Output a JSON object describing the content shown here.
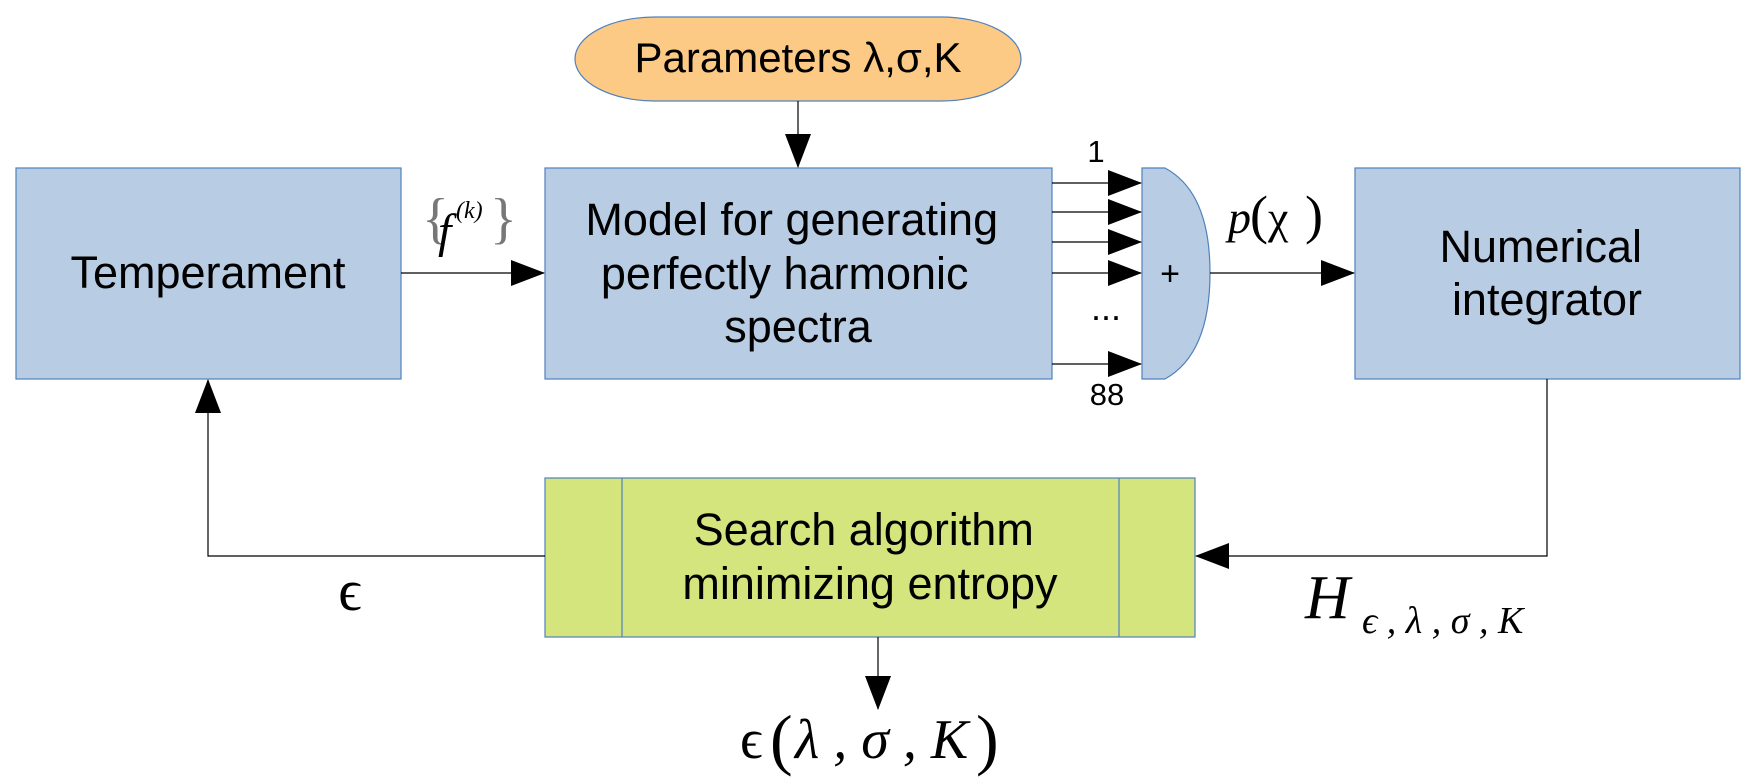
{
  "parameters": {
    "label": "Parameters λ,σ,K",
    "fill": "#fdca85"
  },
  "temperament": {
    "label": "Temperament",
    "fill": "#b8cce4"
  },
  "model": {
    "lines": [
      "Model for generating",
      "perfectly harmonic",
      "spectra"
    ],
    "fill": "#b8cce4"
  },
  "summer": {
    "label": "+"
  },
  "integrator": {
    "lines": [
      "Numerical",
      "integrator"
    ],
    "fill": "#b8cce4"
  },
  "search": {
    "lines": [
      "Search algorithm",
      "minimizing entropy"
    ],
    "fill": "#d4e57e"
  },
  "signals": {
    "f_label": "f",
    "f_superscript": "(k)",
    "p_label": "p",
    "p_arg": "χ",
    "channel_first": "1",
    "channel_last": "88",
    "ellipsis": "...",
    "epsilon": "ϵ",
    "H_label": "H",
    "H_subscript": "ϵ , λ , σ , K",
    "output_eps": "ϵ",
    "output_args": "λ , σ , K"
  },
  "colors": {
    "stroke": "#4f81bd",
    "arrow": "#000000"
  }
}
